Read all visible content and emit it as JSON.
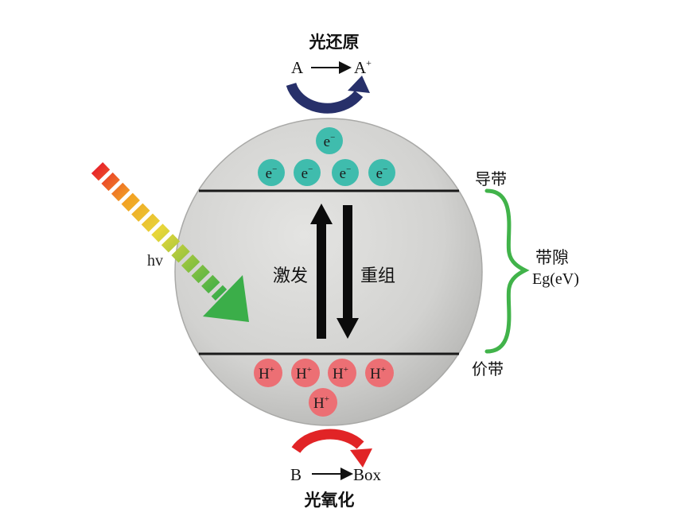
{
  "top": {
    "title": "光还原",
    "reactant": "A",
    "product": "A",
    "product_sup": "+"
  },
  "bottom": {
    "title": "光氧化",
    "reactant": "B",
    "product": "Box"
  },
  "electrons": {
    "base": "e",
    "sup": "−"
  },
  "holes": {
    "base": "H",
    "sup": "+"
  },
  "labels": {
    "conduction_band": "导带",
    "valence_band": "价带",
    "band_gap": "带隙",
    "band_gap_unit": "Eg(eV)",
    "excitation": "激发",
    "recombination": "重组",
    "light": "hv"
  },
  "colors": {
    "particle_bg": "#cfcfcf",
    "electron": "#3fbcad",
    "hole": "#ec6f74",
    "top_arrow": "#27306a",
    "bottom_arrow": "#e12426",
    "bracket": "#41b34a"
  }
}
